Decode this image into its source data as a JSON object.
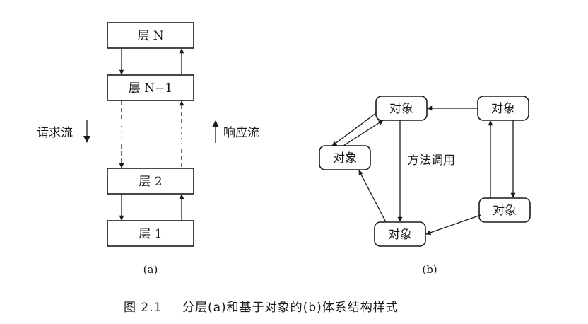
{
  "layered": {
    "layer_n": "层 N",
    "layer_n_minus_1": "层 N−1",
    "layer_2": "层 2",
    "layer_1": "层 1",
    "request_flow": "请求流",
    "response_flow": "响应流",
    "sublabel": "(a)"
  },
  "object_based": {
    "object_label": "对象",
    "method_call": "方法调用",
    "sublabel": "(b)"
  },
  "caption": {
    "number": "图 2.1",
    "text": "分层(a)和基于对象的(b)体系结构样式"
  }
}
